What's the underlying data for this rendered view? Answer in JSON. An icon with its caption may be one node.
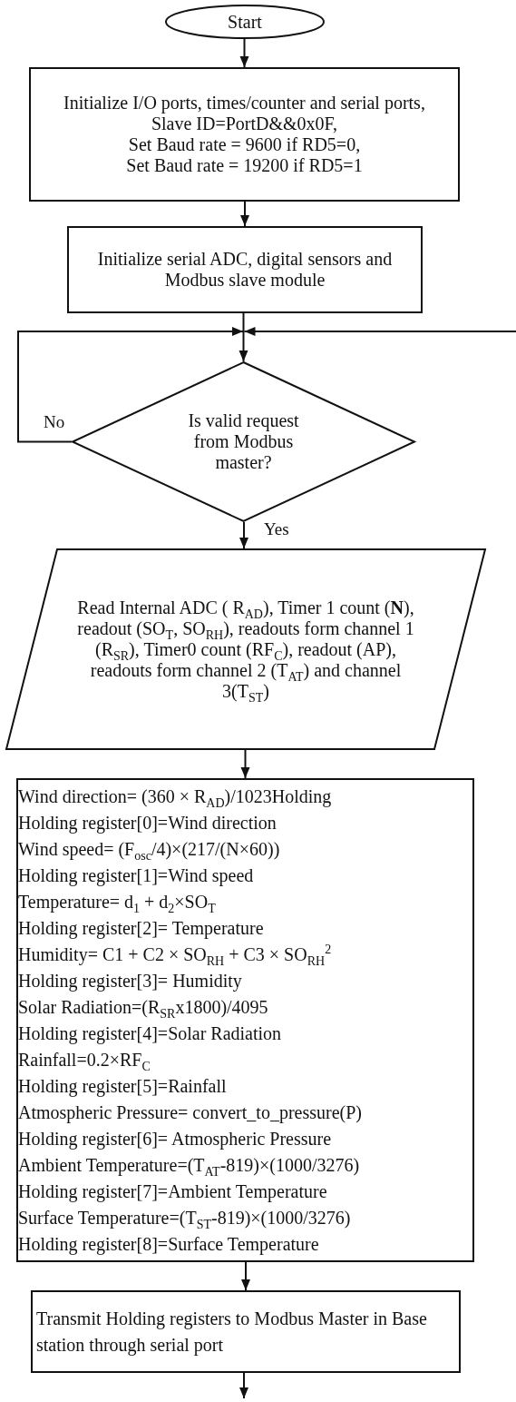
{
  "diagram": {
    "nodes": [
      {
        "text": [
          "Start"
        ]
      },
      {
        "text": [
          "Initialize I/O ports, times/counter and serial ports,",
          "Slave ID=PortD&&0x0F,",
          "Set Baud rate = 9600 if RD5=0,",
          "Set Baud rate = 19200 if RD5=1"
        ]
      },
      {
        "text": [
          "Initialize serial ADC, digital sensors and Modbus slave module"
        ]
      },
      {
        "text": [
          "Is valid request from Modbus master?"
        ]
      },
      {
        "text": [
          "Read Internal ADC ( R$_{AD}$), Timer 1 count (**N**), readout (SO$_{T}$, SO$_{RH}$), readouts form channel 1 (R$_{SR}$), Timer0 count (RF$_{C}$), readout (AP), readouts form channel 2 (T$_{AT}$) and channel 3(T$_{ST}$)"
        ]
      },
      {
        "text": [
          "Wind direction= (360 × R$_{AD}$)/1023Holding",
          "Holding register[0]=Wind direction",
          "Wind speed= (F$_{osc}$/4)×(217/(N×60))",
          "Holding register[1]=Wind speed",
          "Temperature= d$_{1}$ + d$_{2}$×SO$_{T}$",
          "Holding register[2]= Temperature",
          "Humidity= C1 + C2 × SO$_{RH}$ + C3 × SO$_{RH}$$^{2}$",
          "Holding register[3]= Humidity",
          "Solar Radiation=(R$_{SR}$x1800)/4095",
          "Holding register[4]=Solar Radiation",
          "Rainfall=0.2×RF$_{C}$",
          "Holding register[5]=Rainfall",
          "Atmospheric Pressure= convert_to_pressure(P)",
          "Holding register[6]= Atmospheric Pressure",
          "Ambient Temperature=(T$_{AT}$-819)×(1000/3276)",
          "Holding register[7]=Ambient Temperature",
          "Surface Temperature=(T$_{ST}$-819)×(1000/3276)",
          "Holding register[8]=Surface Temperature"
        ]
      },
      {
        "text": [
          "Transmit Holding registers to Modbus Master in Base station through serial port"
        ]
      }
    ],
    "edges": [
      {
        "from": 0,
        "to": 1,
        "arrow": "to"
      },
      {
        "from": 1,
        "to": 2,
        "arrow": "to"
      },
      {
        "from": 2,
        "to": 3,
        "arrow": "to"
      },
      {
        "from": 3,
        "to": 3,
        "label": "No",
        "arrow": "to"
      },
      {
        "from": null,
        "to": 3,
        "arrow": "to"
      },
      {
        "from": 3,
        "to": 4,
        "label": "Yes",
        "arrow": "to"
      },
      {
        "from": 4,
        "to": 5,
        "arrow": "to"
      },
      {
        "from": 5,
        "to": 6,
        "arrow": "to"
      },
      {
        "from": 6,
        "to": null,
        "arrow": "to"
      }
    ]
  }
}
